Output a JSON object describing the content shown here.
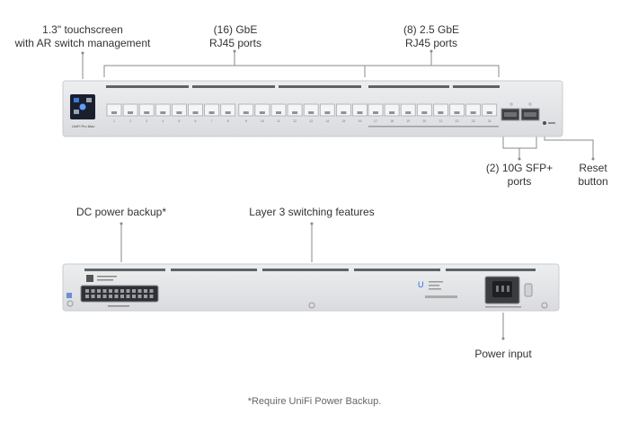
{
  "front_labels": {
    "touchscreen": [
      "1.3\" touchscreen",
      "with AR switch management"
    ],
    "gbe_ports": [
      "(16) GbE",
      "RJ45 ports"
    ],
    "gbe25_ports": [
      "(8) 2.5 GbE",
      "RJ45 ports"
    ],
    "sfp_ports": [
      "(2) 10G SFP+",
      "ports"
    ],
    "reset_button": [
      "Reset",
      "button"
    ]
  },
  "front_panel": {
    "brand_text": "UniFi Pro Max",
    "port_counts": {
      "gbe": 16,
      "gbe25": 8,
      "sfp": 2
    },
    "port_numbers": [
      "1",
      "2",
      "3",
      "4",
      "5",
      "6",
      "7",
      "8",
      "9",
      "10",
      "11",
      "12",
      "13",
      "14",
      "15",
      "16",
      "17",
      "18",
      "19",
      "20",
      "21",
      "22",
      "23",
      "24"
    ]
  },
  "back_labels": {
    "dc_power_backup": "DC power backup*",
    "layer3": "Layer 3 switching features",
    "power_input": "Power input"
  },
  "footnote": "*Require UniFi Power Backup.",
  "colors": {
    "chassis": "#e4e5e7",
    "chassis_edge": "#c9cbce",
    "port": "#f4f5f6",
    "leader_line": "#8a8a8a",
    "screen": "#1a1f2e",
    "screen_accent": "#3a7bd5"
  }
}
